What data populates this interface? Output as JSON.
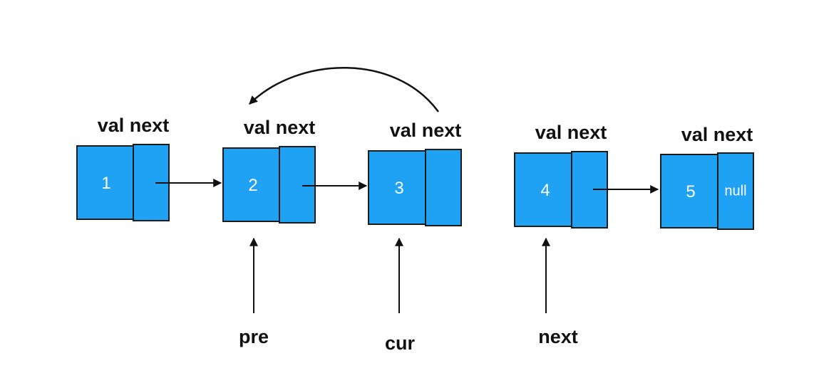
{
  "header_label": "val next",
  "nodes": [
    {
      "val": "1",
      "next": ""
    },
    {
      "val": "2",
      "next": ""
    },
    {
      "val": "3",
      "next": ""
    },
    {
      "val": "4",
      "next": ""
    },
    {
      "val": "5",
      "next": "null"
    }
  ],
  "pointers": [
    {
      "label": "pre",
      "target_node": 2
    },
    {
      "label": "cur",
      "target_node": 3
    },
    {
      "label": "next",
      "target_node": 4
    }
  ],
  "links": [
    {
      "from": 1,
      "to": 2
    },
    {
      "from": 2,
      "to": 3
    },
    {
      "from": 4,
      "to": 5
    }
  ],
  "reverse_link": {
    "from": 3,
    "to": 2
  },
  "colors": {
    "node_fill": "#1fa1f4",
    "border": "#1b1b1b",
    "text": "#111111"
  }
}
